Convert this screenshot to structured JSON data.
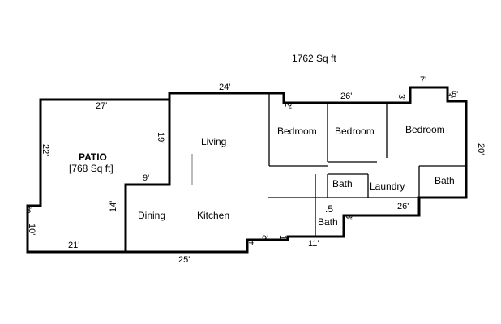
{
  "plan": {
    "total_area": "1762 Sq ft",
    "patio": {
      "name": "PATIO",
      "area": "[768 Sq ft]"
    },
    "rooms": {
      "living": "Living",
      "dining": "Dining",
      "kitchen": "Kitchen",
      "bedroom1": "Bedroom",
      "bedroom2": "Bedroom",
      "bedroom3": "Bedroom",
      "bath1": "Bath",
      "bath2": "Bath",
      "half_bath_top": ".5",
      "half_bath_bottom": "Bath",
      "laundry": "Laundry"
    },
    "dimensions": {
      "d24": "24'",
      "d27": "27'",
      "d2": "2'",
      "d26_top": "26'",
      "d3": "3'",
      "d7": "7'",
      "d5": "5'",
      "d3b": "3'",
      "d22": "22'",
      "d19": "19'",
      "d9": "9'",
      "d20": "20'",
      "d3c": "3'",
      "d10": "10'",
      "d14": "14'",
      "d26_inner": "26'",
      "d8": "8'",
      "d9b": "9'",
      "d1": "1'",
      "d4": "4'",
      "d11": "11'",
      "d21": "21'",
      "d25": "25'"
    }
  }
}
